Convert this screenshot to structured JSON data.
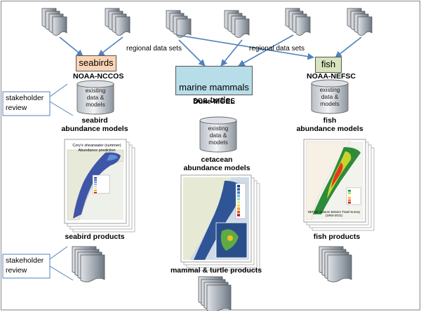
{
  "diagram": {
    "groups": {
      "seabirds": {
        "label": "seabirds",
        "org": "NOAA-NCCOS",
        "color": "#fbd5b5"
      },
      "mammals": {
        "label": "marine mammals\nsea turtles",
        "org": "Duke-MGEL",
        "color": "#b7dde8"
      },
      "fish": {
        "label": "fish",
        "org": "NOAA-NEFSC",
        "color": "#d7e4bd"
      }
    },
    "regional_label_left": "regional data sets",
    "regional_label_right": "regional data sets",
    "stakeholder_1": "stakeholder\nreview",
    "stakeholder_2": "stakeholder\nreview",
    "cylinder_label": "existing\ndata & models",
    "models": {
      "seabird": "seabird\nabundance models",
      "cetacean": "cetacean\nabundance models",
      "fish": "fish\nabundance models"
    },
    "products": {
      "seabird": "seabird products",
      "mammal": "mammal & turtle products",
      "fish": "fish products"
    },
    "map_titles": {
      "seabird": "Cory's shearwater (summer)\nAbundance prediction",
      "fish": "NEFSC Autumn Bottom Trawl Survey\n(1963-2011)"
    }
  }
}
